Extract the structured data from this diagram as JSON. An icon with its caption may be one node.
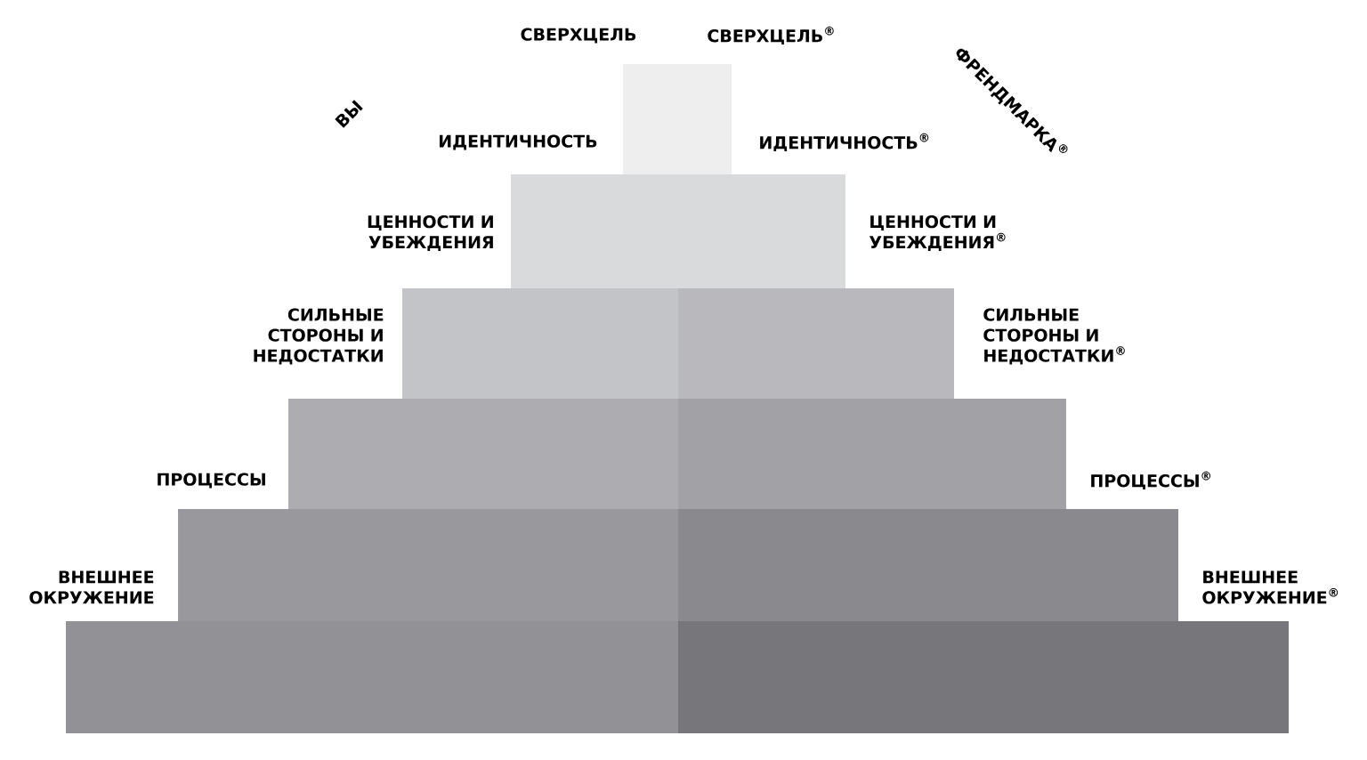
{
  "diagram": {
    "labels": [
      "СВЕРХЦЕЛЬ",
      "СВЕРХЦЕЛЬ$^{®}$",
      "ВЫ",
      "ИДЕНТИЧНОСТЬ",
      "ИДЕНТИЧНОСТЬ$^{®}$",
      "ФРЕНДМАРКА$^{®}$",
      "ЦЕННОСТИ И УБЕЖДЕНИЯ",
      "ЦЕННОСТИ И УБЕЖДЕНИЯ$^{®}$",
      "СИЛЬНЫЕ СТОРОНЫ И НЕДОСТАТКИ",
      "СИЛЬНЫЕ СТОРОНЫ И НЕДОСТАТКИ$^{®}$",
      "ПРОЦЕССЫ",
      "ПРОЦЕССЫ$^{®}$",
      "ВНЕШНЕЕ ОКРУЖЕНИЕ",
      "ВНЕШНЕЕ ОКРУЖЕНИЕ$^{®}$"
    ]
  }
}
